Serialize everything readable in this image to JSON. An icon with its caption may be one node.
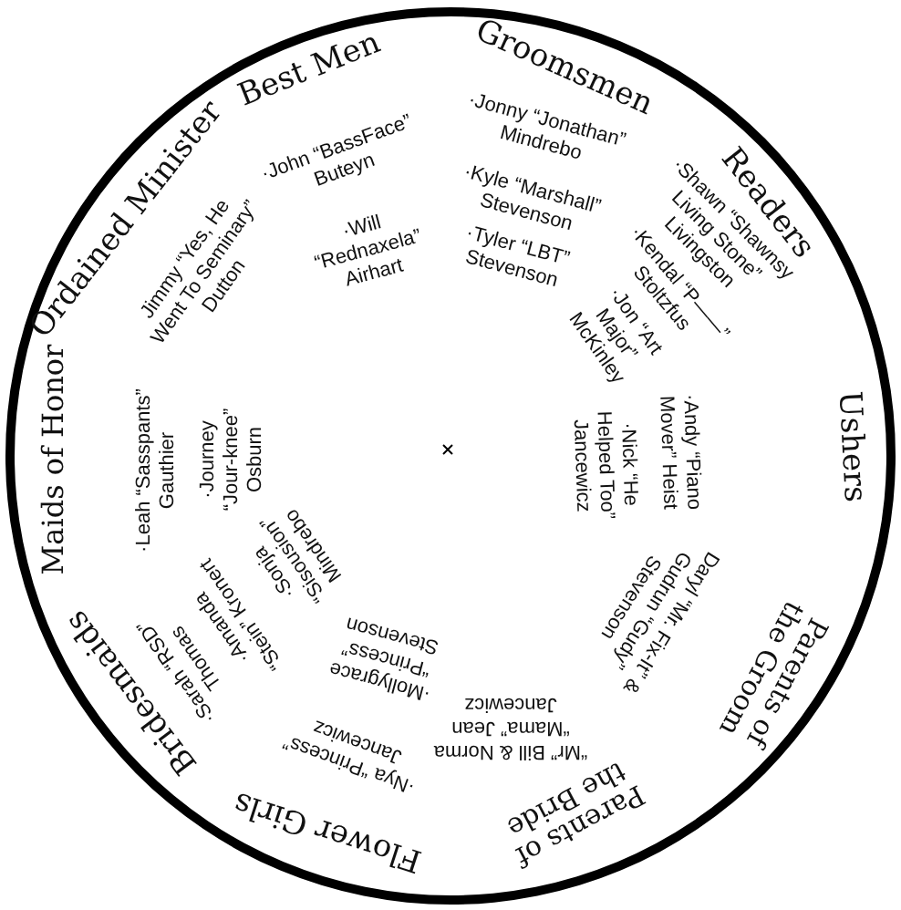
{
  "diagram": {
    "nodes": [
      {
        "text": [
          "Ordained Minister",
          "Jimmy “Yes, He Went To Seminary” Dutton",
          "Best Men",
          "·John “BassFace” Buteyn",
          "·Will “Rednaxela” Airhart",
          "Groomsmen",
          "·Jonny “Jonathan” Mindrebo",
          "·Kyle “Marshall” Stevenson",
          "·Tyler “LBT” Stevenson",
          "Readers",
          "·Shawn “Shawnsy Living Stone” Livingston",
          "·Kendal “P——” Stoltzfus",
          "·Jon “Art Major” McKinley",
          "Ushers",
          "·Andy “Piano Mover” Heist",
          "·Nick “He Helped Too” Jancewicz",
          "Parents of the Groom",
          "Daryl “Mr. Fix-It” & Gudrun “Gudy” Stevenson",
          "Parents of the Bride",
          "“Mr” Bill & Norma “Mama” Jean Jancewicz",
          "Flower Girls",
          "·Nya “Princess” Jancewicz",
          "·Mollygrace “Princess” Stevenson",
          "Bridesmaids",
          "·Sarah “RSD” Thomas",
          "·Amanda “Stein” Kronert",
          "·Sonja “Sisousion” Mindrebo",
          "Maids of Honor",
          "·Leah “Sasspants” Gauthier",
          "·Journey “Jour-knee” Osburn"
        ]
      }
    ]
  }
}
